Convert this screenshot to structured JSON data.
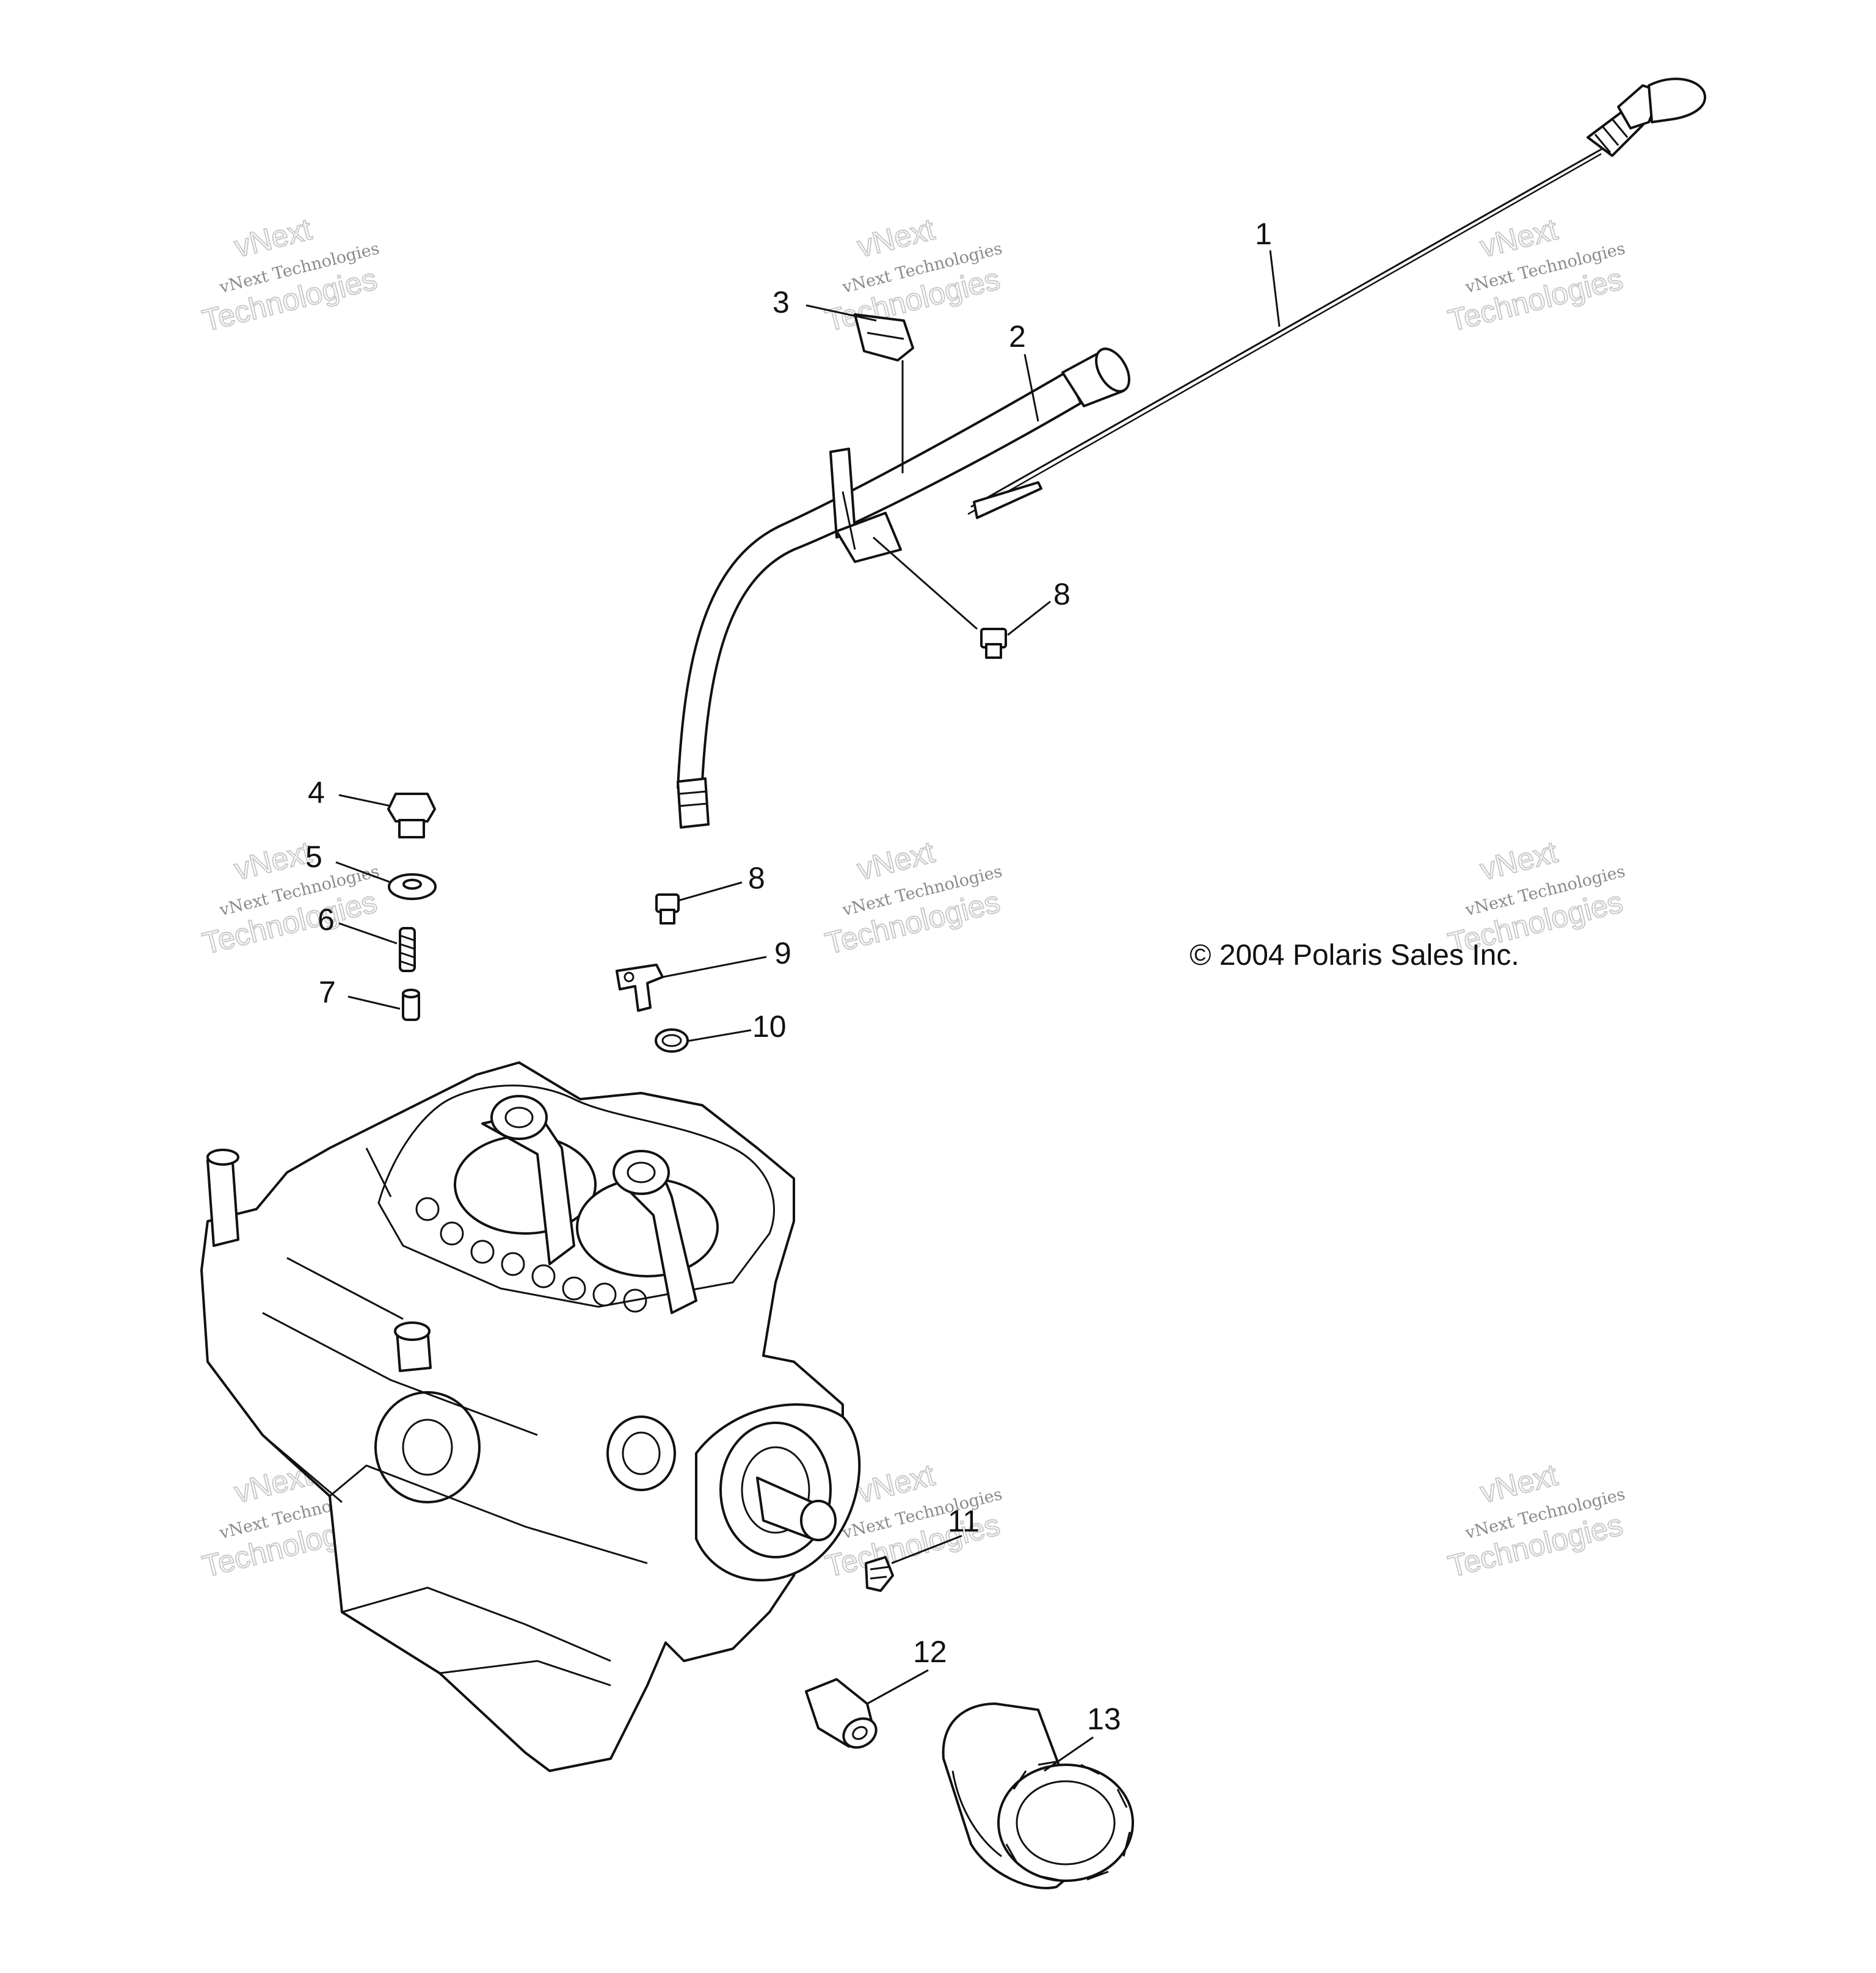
{
  "callouts": [
    "1",
    "2",
    "3",
    "4",
    "5",
    "6",
    "7",
    "8",
    "8",
    "9",
    "10",
    "11",
    "12",
    "13"
  ],
  "copyright": "© 2004 Polaris Sales Inc.",
  "watermark": {
    "line1": "vNext",
    "line2": "vNext Technologies",
    "line3": "Technologies"
  },
  "icons": [
    "dipstick-icon",
    "dipstick-tube-icon",
    "clip-icon",
    "bolt-icon",
    "washer-icon",
    "spring-icon",
    "pin-icon",
    "bracket-icon",
    "o-ring-icon",
    "fitting-icon",
    "oil-filter-icon",
    "crankcase-icon"
  ]
}
